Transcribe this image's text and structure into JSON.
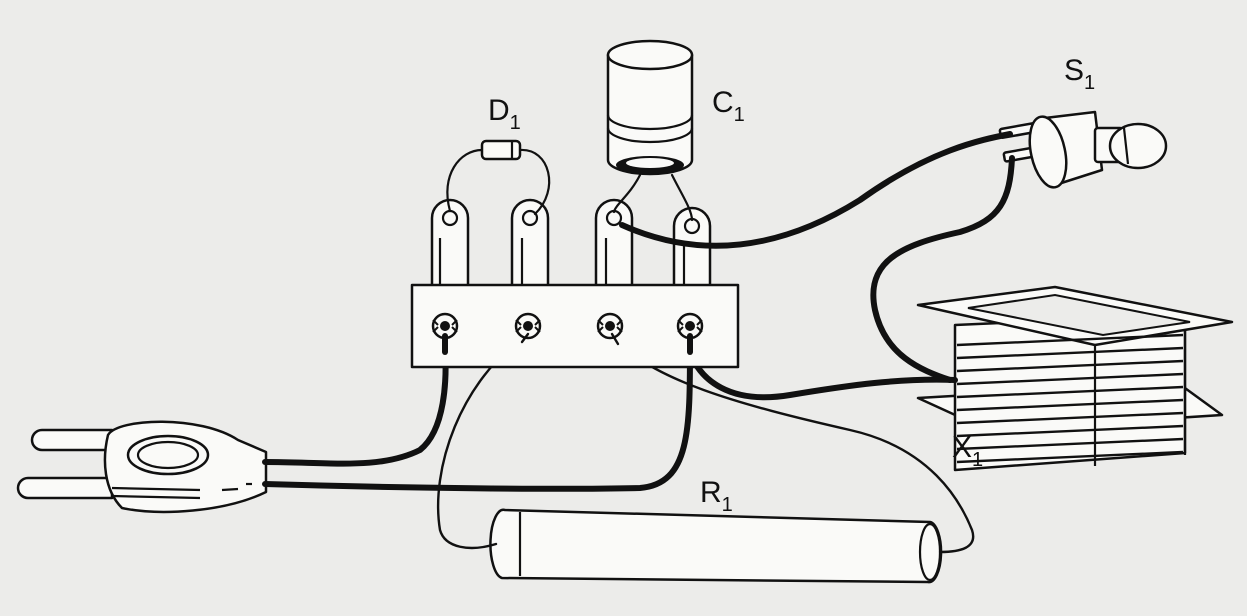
{
  "labels": {
    "diode": {
      "main": "D",
      "sub": "1"
    },
    "capacitor": {
      "main": "C",
      "sub": "1"
    },
    "switch": {
      "main": "S",
      "sub": "1"
    },
    "coil": {
      "main": "X",
      "sub": "1"
    },
    "resistor": {
      "main": "R",
      "sub": "1"
    }
  },
  "colors": {
    "ink": "#111111",
    "paper": "#ececea"
  }
}
